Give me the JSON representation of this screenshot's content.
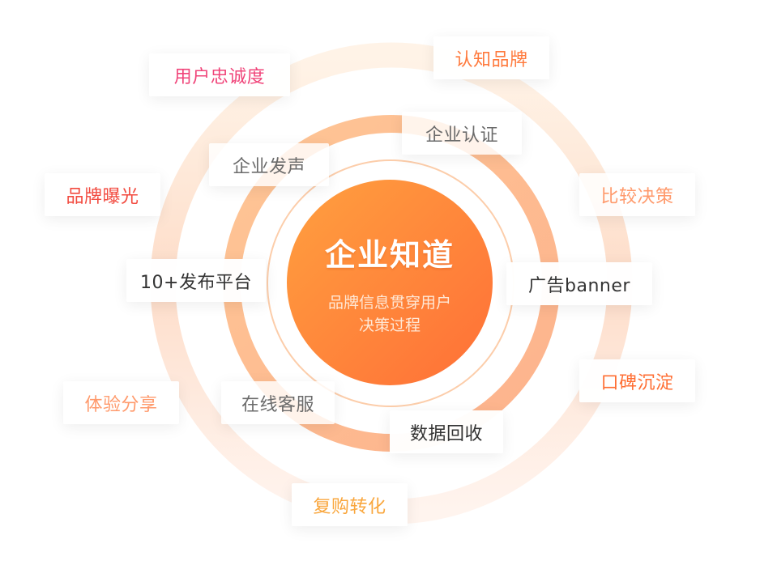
{
  "center": {
    "title": "企业知道",
    "subtitle_line1": "品牌信息贯穿用户",
    "subtitle_line2": "决策过程"
  },
  "colors": {
    "center_gradient_start": "#FF9A3C",
    "center_gradient_end": "#FF7238",
    "middle_ring": "#FDB98C",
    "outer_ring": "#FDE3D3",
    "thin_ring": "#FCCBA8",
    "inner_text": "#6B6B6B",
    "dark_text": "#333333"
  },
  "outer_labels": [
    {
      "id": "user-loyalty",
      "text": "用户忠诚度",
      "color": "#F0457A"
    },
    {
      "id": "brand-awareness",
      "text": "认知品牌",
      "color": "#FF7A3D"
    },
    {
      "id": "brand-exposure",
      "text": "品牌曝光",
      "color": "#F24A3F"
    },
    {
      "id": "compare-decide",
      "text": "比较决策",
      "color": "#FF9A6C"
    },
    {
      "id": "word-of-mouth",
      "text": "口碑沉淀",
      "color": "#FF6E33"
    },
    {
      "id": "experience-share",
      "text": "体验分享",
      "color": "#FF9A6C"
    },
    {
      "id": "repurchase",
      "text": "复购转化",
      "color": "#F9A63C"
    }
  ],
  "inner_labels": [
    {
      "id": "enterprise-voice",
      "text": "企业发声"
    },
    {
      "id": "enterprise-cert",
      "text": "企业认证"
    },
    {
      "id": "publish-platforms",
      "text": "10+发布平台"
    },
    {
      "id": "ad-banner",
      "text": "广告banner"
    },
    {
      "id": "online-service",
      "text": "在线客服"
    },
    {
      "id": "data-recovery",
      "text": "数据回收"
    }
  ]
}
